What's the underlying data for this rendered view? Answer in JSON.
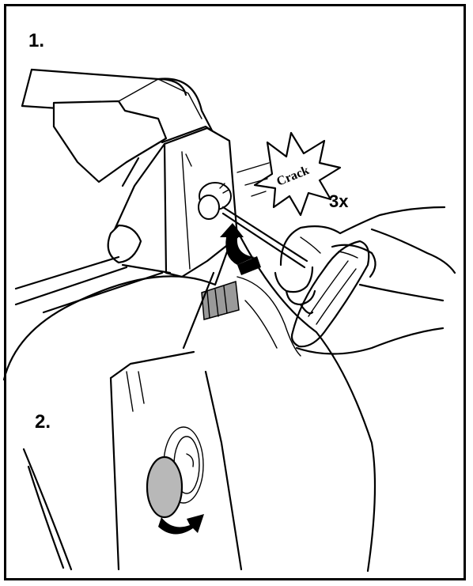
{
  "steps": {
    "step1": "1.",
    "step2": "2."
  },
  "callouts": {
    "burst_text": "Crack",
    "repeat_count": "3x"
  },
  "colors": {
    "ink": "#000000",
    "paper": "#ffffff",
    "cap_gray": "#b8b8b8",
    "band_gray": "#9a9a9a"
  },
  "icons": {
    "rotate_arrow_step1": "curved-arrow-icon",
    "rotate_arrow_step2": "curved-arrow-icon"
  }
}
